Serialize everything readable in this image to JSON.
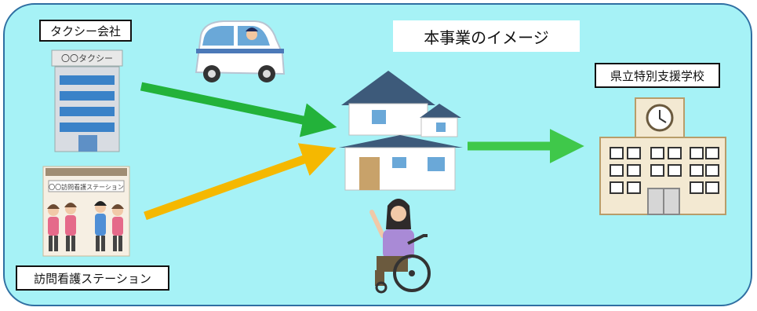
{
  "title": "本事業のイメージ",
  "nodes": {
    "taxi_company": {
      "label": "タクシー会社",
      "sign": "〇〇タクシー"
    },
    "nursing_station": {
      "label": "訪問看護ステーション",
      "sign": "〇〇訪問看護ステーション"
    },
    "school": {
      "label": "県立特別支援学校"
    }
  },
  "colors": {
    "background": "#a6f2f6",
    "arrow_taxi": "#23b23a",
    "arrow_nursing": "#f5b800",
    "arrow_school": "#3fc84a"
  },
  "icons": [
    "taxi-van-icon",
    "office-building-icon",
    "nursing-station-icon",
    "house-icon",
    "wheelchair-user-icon",
    "school-building-icon"
  ]
}
